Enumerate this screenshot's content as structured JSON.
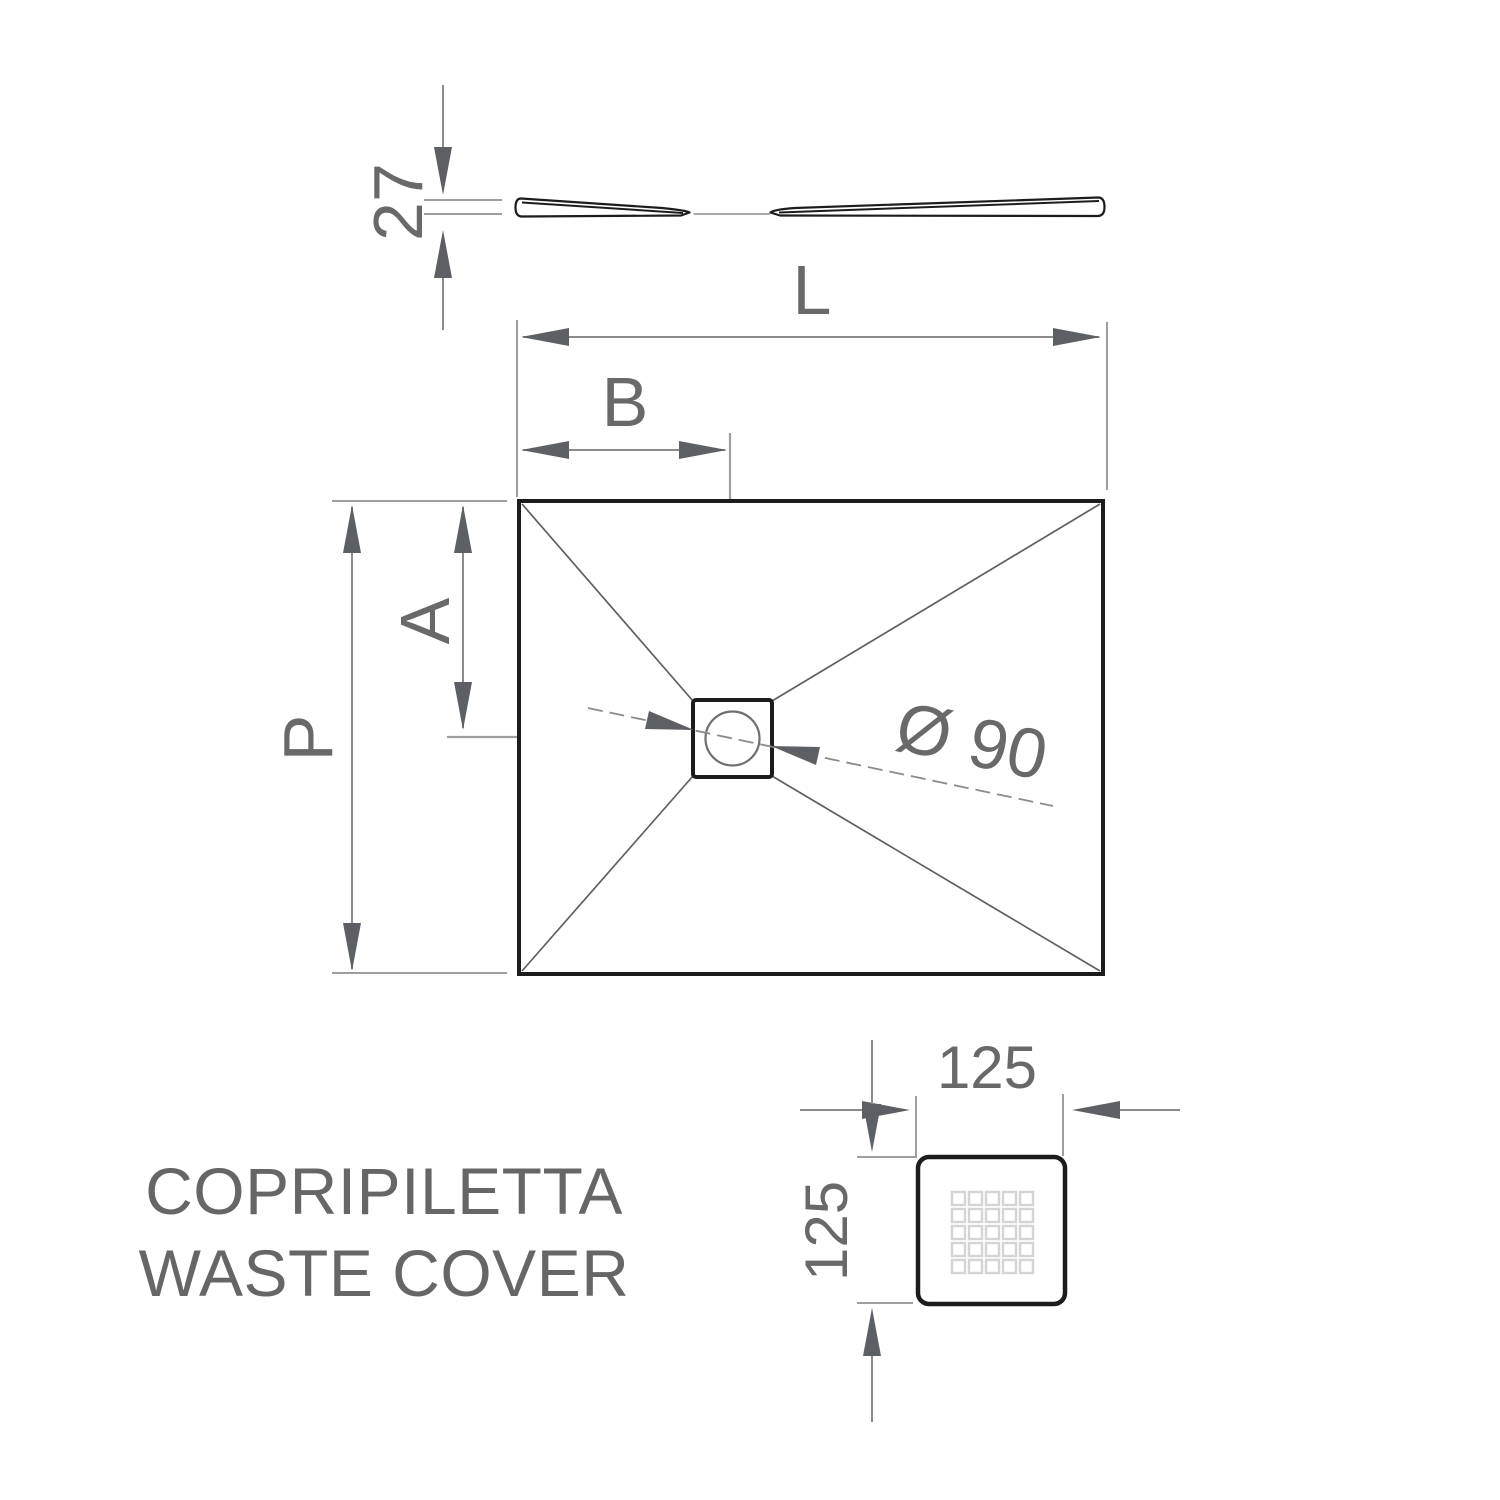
{
  "drawing": {
    "side_view": {
      "thickness": "27"
    },
    "plan_view": {
      "length": "L",
      "drain_offset_horizontal": "B",
      "drain_offset_vertical": "A",
      "depth": "P",
      "drain_diameter": "Ø 90"
    },
    "waste_cover_detail": {
      "width": "125",
      "height": "125"
    },
    "caption": {
      "line1": "COPRIPILETTA",
      "line2": "WASTE COVER"
    }
  },
  "colors": {
    "outline": "#1c1c1c",
    "dimension_line": "#8b8b8b",
    "extension_line": "#9f9f9f",
    "arrowhead": "#5c6065",
    "diagonal_line": "#5f5f5f",
    "label_text": "#696969",
    "caption_text": "#666666",
    "grid_square": "#d4d4d4",
    "circle": "#6e6e6e",
    "background": "#ffffff"
  }
}
